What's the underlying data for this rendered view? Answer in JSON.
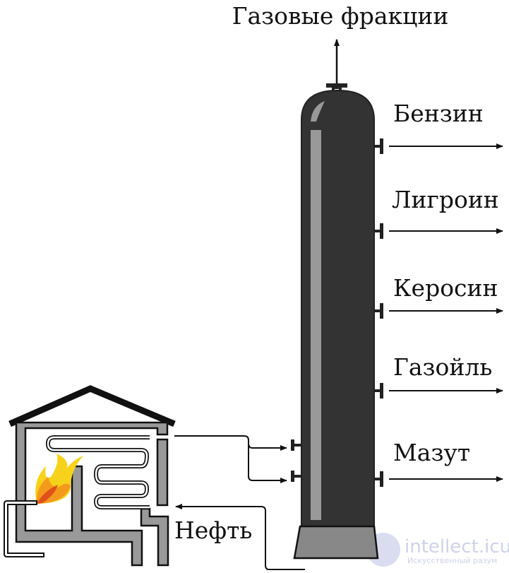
{
  "title": "Газовые фракции",
  "fractions": [
    {
      "label": "Бензин"
    },
    {
      "label": "Лигроин"
    },
    {
      "label": "Керосин"
    },
    {
      "label": "Газойль"
    },
    {
      "label": "Мазут"
    }
  ],
  "input_label": "Нефть",
  "watermark": {
    "brand": "intellect.icu",
    "tagline": "Искусственный разум"
  },
  "colors": {
    "column": "#333333",
    "wall": "#999999",
    "flame_yellow": "#f7d21a",
    "flame_orange": "#f39a1c",
    "flame_red": "#e0501a"
  }
}
